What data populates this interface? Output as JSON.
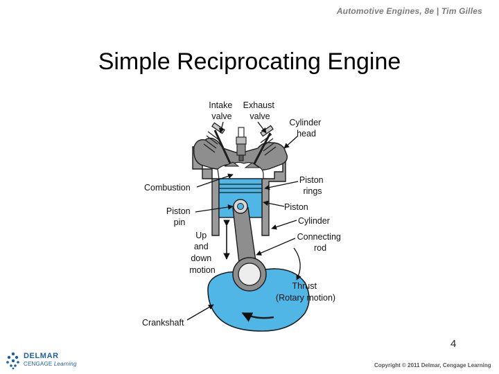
{
  "header": {
    "credit": "Automotive Engines, 8e  |  Tim Gilles"
  },
  "title": "Simple Reciprocating Engine",
  "diagram": {
    "labels": {
      "intake_valve": [
        "Intake",
        "valve"
      ],
      "exhaust_valve": [
        "Exhaust",
        "valve"
      ],
      "cylinder_head": [
        "Cylinder",
        "head"
      ],
      "piston_rings": [
        "Piston",
        "rings"
      ],
      "combustion": "Combustion",
      "piston": "Piston",
      "piston_pin": [
        "Piston",
        "pin"
      ],
      "cylinder": "Cylinder",
      "up_down_motion": [
        "Up",
        "and",
        "down",
        "motion"
      ],
      "connecting_rod": [
        "Connecting",
        "rod"
      ],
      "thrust": [
        "Thrust",
        "(Rotary motion)"
      ],
      "crankshaft": "Crankshaft"
    }
  },
  "page_number": "4",
  "footer": {
    "logo_name": "DELMAR",
    "logo_sub_1": "CENGAGE",
    "logo_sub_2": "Learning",
    "copyright": "Copyright © 2011 Delmar, Cengage Learning"
  },
  "colors": {
    "piston_blue": "#4fb6e6",
    "metal_gray": "#8e8e8e",
    "dark_gray": "#5c5c5c",
    "logo_blue": "#1a5fa0"
  }
}
